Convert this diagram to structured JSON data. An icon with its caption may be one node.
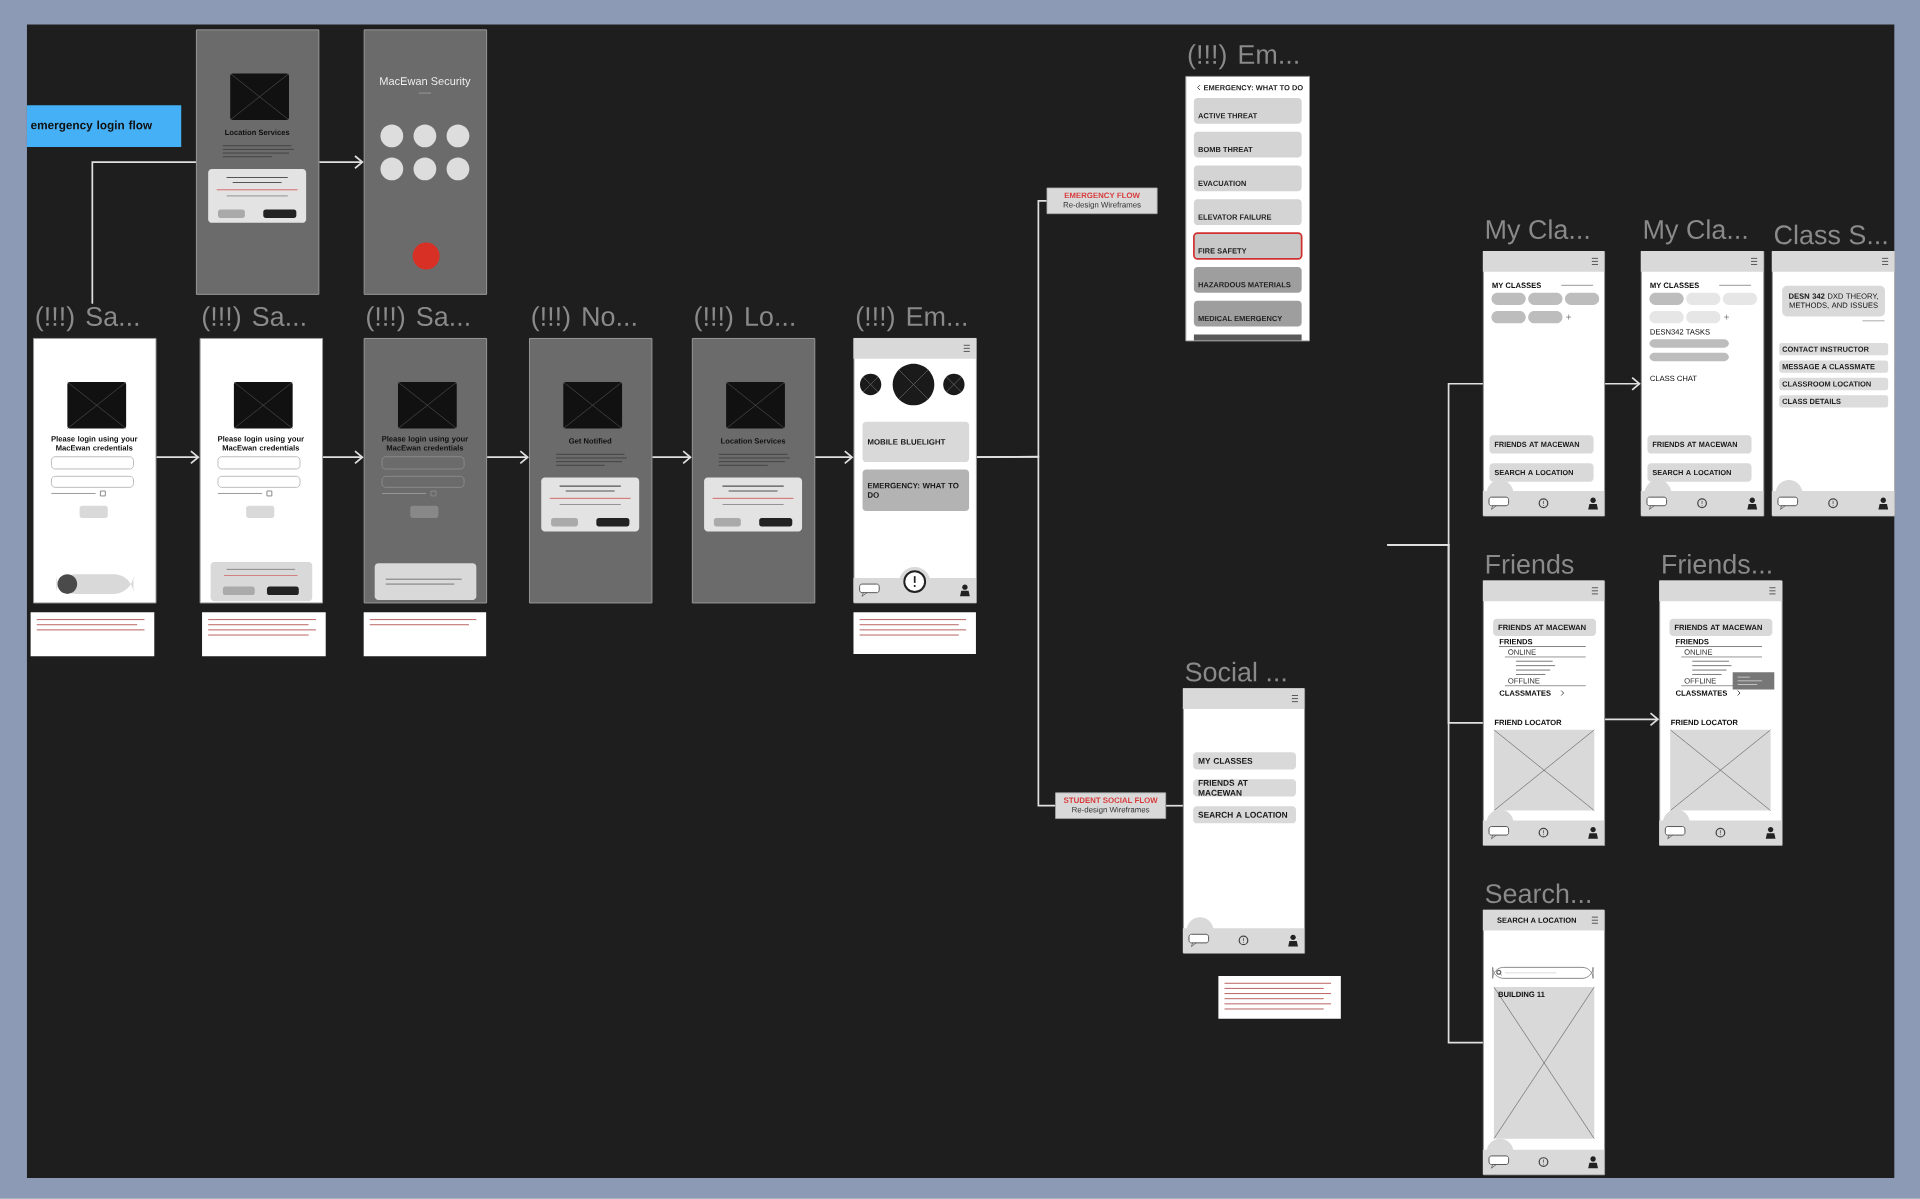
{
  "diagram": {
    "nodes": [
      {
        "text": [
          "emergency login flow"
        ]
      },
      {
        "text": [
          "Location Services"
        ]
      },
      {
        "text": [
          "MacEwan Security"
        ]
      },
      {
        "text": [
          "(!!!) Sa...",
          "Please login using your MacEwan credentials"
        ]
      },
      {
        "text": [
          "(!!!) Sa...",
          "Please login using your MacEwan credentials"
        ]
      },
      {
        "text": [
          "(!!!) Sa...",
          "Please login using your MacEwan credentials"
        ]
      },
      {
        "text": [
          "(!!!) No...",
          "Get Notified"
        ]
      },
      {
        "text": [
          "(!!!) Lo...",
          "Location Services"
        ]
      },
      {
        "text": [
          "(!!!) Em...",
          "MOBILE BLUELIGHT",
          "EMERGENCY: WHAT TO DO"
        ]
      },
      {
        "text": [
          "EMERGENCY FLOW",
          "Re-design Wireframes"
        ]
      },
      {
        "text": [
          "(!!!) Em...",
          "EMERGENCY: WHAT TO DO",
          "ACTIVE THREAT",
          "BOMB THREAT",
          "EVACUATION",
          "ELEVATOR FAILURE",
          "FIRE SAFETY",
          "HAZARDOUS MATERIALS",
          "MEDICAL EMERGENCY"
        ]
      },
      {
        "text": [
          "STUDENT SOCIAL FLOW",
          "Re-design Wireframes"
        ]
      },
      {
        "text": [
          "Social ...",
          "MY CLASSES",
          "FRIENDS AT MACEWAN",
          "SEARCH A LOCATION"
        ]
      },
      {
        "text": [
          "My Cla...",
          "MY CLASSES",
          "FRIENDS AT MACEWAN",
          "SEARCH A LOCATION"
        ]
      },
      {
        "text": [
          "My Cla...",
          "MY CLASSES",
          "DESN342 TASKS",
          "CLASS CHAT",
          "FRIENDS AT MACEWAN",
          "SEARCH A LOCATION"
        ]
      },
      {
        "text": [
          "Class S...",
          "**DESN 342** DXD THEORY, METHODS, AND ISSUES",
          "CONTACT INSTRUCTOR",
          "MESSAGE A CLASSMATE",
          "CLASSROOM LOCATION",
          "CLASS DETAILS"
        ]
      },
      {
        "text": [
          "Friends",
          "FRIENDS AT MACEWAN",
          "FRIENDS",
          "ONLINE",
          "OFFLINE",
          "CLASSMATES",
          "FRIEND LOCATOR"
        ]
      },
      {
        "text": [
          "Friends...",
          "FRIENDS AT MACEWAN",
          "FRIENDS",
          "ONLINE",
          "OFFLINE",
          "CLASSMATES",
          "FRIEND LOCATOR"
        ]
      },
      {
        "text": [
          "Search...",
          "SEARCH A LOCATION",
          "BUILDING 11"
        ]
      }
    ],
    "edges": [
      {
        "from": 3,
        "to": 1,
        "arrow": "none"
      },
      {
        "from": 1,
        "to": 2,
        "arrow": "to"
      },
      {
        "from": 3,
        "to": 4,
        "arrow": "to"
      },
      {
        "from": 4,
        "to": 5,
        "arrow": "to"
      },
      {
        "from": 5,
        "to": 6,
        "arrow": "to"
      },
      {
        "from": 6,
        "to": 7,
        "arrow": "to"
      },
      {
        "from": 7,
        "to": 8,
        "arrow": "to"
      },
      {
        "from": 8,
        "to": 9,
        "arrow": "none"
      },
      {
        "from": 8,
        "to": 11,
        "arrow": "none"
      },
      {
        "from": 11,
        "to": 12,
        "arrow": "none"
      },
      {
        "from": null,
        "to": 13,
        "arrow": "none"
      },
      {
        "from": null,
        "to": 16,
        "arrow": "none"
      },
      {
        "from": null,
        "to": 18,
        "arrow": "none"
      },
      {
        "from": 13,
        "to": 14,
        "arrow": "to"
      },
      {
        "from": 16,
        "to": 17,
        "arrow": "to"
      }
    ]
  }
}
